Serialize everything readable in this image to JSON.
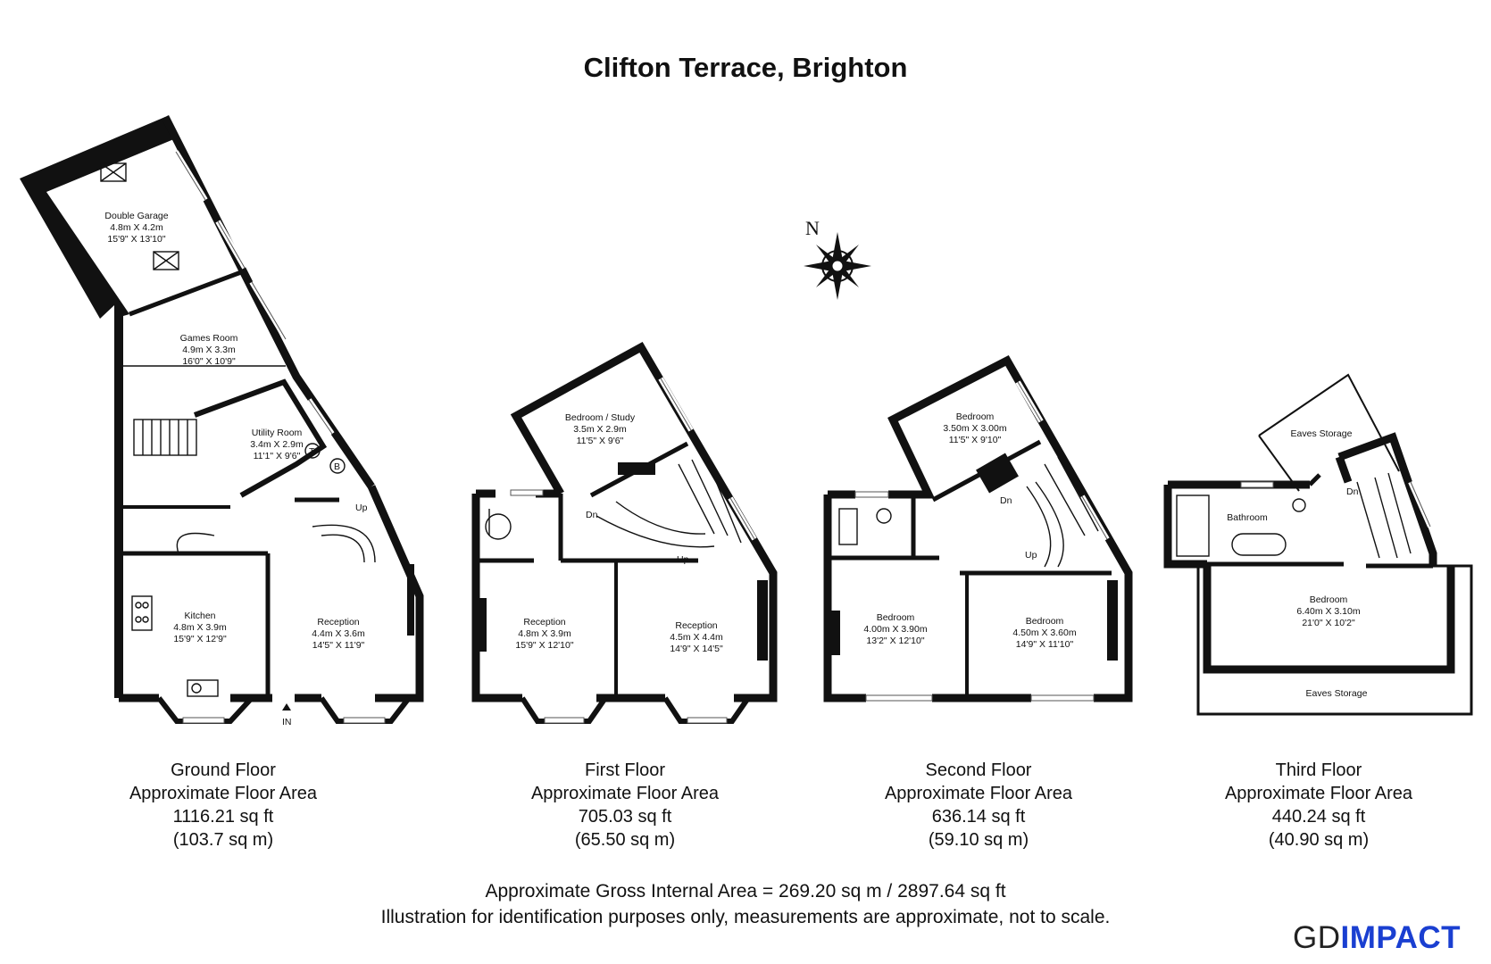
{
  "title": "Clifton Terrace, Brighton",
  "compass": {
    "label": "N",
    "icon": "compass-rose-icon"
  },
  "floors": [
    {
      "name": "Ground Floor",
      "area_label": "Approximate Floor Area",
      "sq_ft": "1116.21 sq ft",
      "sq_m": "(103.7 sq m)",
      "rooms": [
        {
          "name": "Double Garage",
          "metric": "4.8m X 4.2m",
          "imperial": "15'9\" X 13'10\""
        },
        {
          "name": "Games Room",
          "metric": "4.9m X 3.3m",
          "imperial": "16'0\" X 10'9\""
        },
        {
          "name": "Utility Room",
          "metric": "3.4m X 2.9m",
          "imperial": "11'1\" X 9'6\""
        },
        {
          "name": "Kitchen",
          "metric": "4.8m X 3.9m",
          "imperial": "15'9\" X 12'9\""
        },
        {
          "name": "Reception",
          "metric": "4.4m X 3.6m",
          "imperial": "14'5\" X 11'9\""
        }
      ],
      "labels": {
        "up": "Up",
        "entrance": "IN",
        "tank": "T",
        "boiler": "B"
      }
    },
    {
      "name": "First Floor",
      "area_label": "Approximate Floor Area",
      "sq_ft": "705.03 sq ft",
      "sq_m": "(65.50 sq m)",
      "rooms": [
        {
          "name": "Bedroom / Study",
          "metric": "3.5m X 2.9m",
          "imperial": "11'5\" X 9'6\""
        },
        {
          "name": "Reception",
          "metric": "4.8m X 3.9m",
          "imperial": "15'9\" X 12'10\""
        },
        {
          "name": "Reception",
          "metric": "4.5m X 4.4m",
          "imperial": "14'9\" X 14'5\""
        }
      ],
      "labels": {
        "down": "Dn",
        "up": "Up"
      }
    },
    {
      "name": "Second Floor",
      "area_label": "Approximate Floor Area",
      "sq_ft": "636.14 sq ft",
      "sq_m": "(59.10 sq m)",
      "rooms": [
        {
          "name": "Bedroom",
          "metric": "3.50m X 3.00m",
          "imperial": "11'5\" X 9'10\""
        },
        {
          "name": "Bedroom",
          "metric": "4.00m X 3.90m",
          "imperial": "13'2\" X 12'10\""
        },
        {
          "name": "Bedroom",
          "metric": "4.50m X 3.60m",
          "imperial": "14'9\" X 11'10\""
        }
      ],
      "labels": {
        "down": "Dn",
        "up": "Up"
      }
    },
    {
      "name": "Third Floor",
      "area_label": "Approximate Floor Area",
      "sq_ft": "440.24 sq ft",
      "sq_m": "(40.90 sq m)",
      "rooms": [
        {
          "name": "Eaves Storage",
          "metric": "",
          "imperial": ""
        },
        {
          "name": "Bathroom",
          "metric": "",
          "imperial": ""
        },
        {
          "name": "Bedroom",
          "metric": "6.40m X 3.10m",
          "imperial": "21'0\" X 10'2\""
        },
        {
          "name": "Eaves Storage",
          "metric": "",
          "imperial": ""
        }
      ],
      "labels": {
        "down": "Dn"
      }
    }
  ],
  "gross_area": "Approximate Gross Internal Area = 269.20 sq m / 2897.64 sq ft",
  "disclaimer": "Illustration for identification purposes only, measurements are approximate, not to scale.",
  "brand": {
    "gd": "GD",
    "impact": "IMPACT",
    "impact_color": "#1a3fd1"
  }
}
